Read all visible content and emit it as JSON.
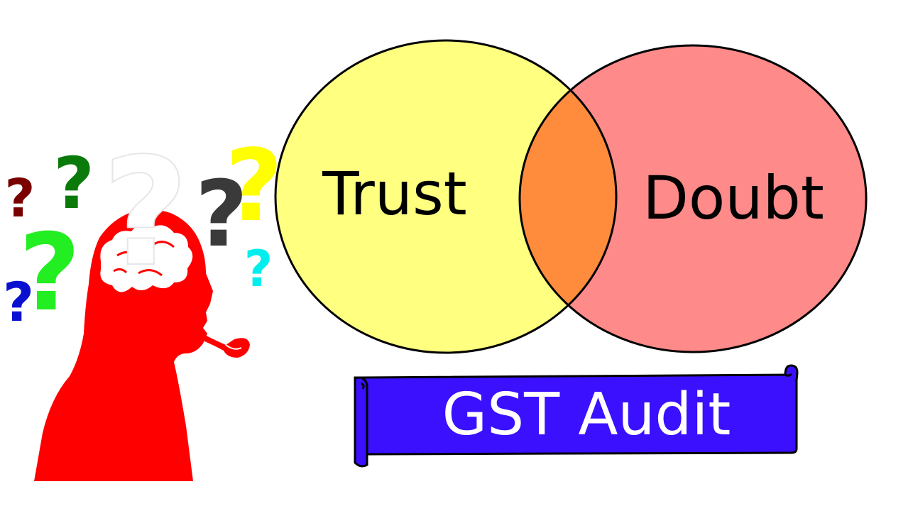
{
  "venn": {
    "left_label": "Trust",
    "right_label": "Doubt",
    "left_color": "#FFFF80",
    "right_color": "#FF8A8A",
    "overlap_color": "#FF8C3C",
    "stroke_color": "#000000"
  },
  "banner": {
    "label": "GST Audit",
    "color": "#3A10FF"
  },
  "thinker": {
    "color": "#FF0000",
    "brain_color": "#FFFFFF"
  },
  "question_marks": [
    {
      "text": "?",
      "color": "#7A0000"
    },
    {
      "text": "?",
      "color": "#0A7A0A"
    },
    {
      "text": "?",
      "color": "#FFFFFF"
    },
    {
      "text": "?",
      "color": "#3A3A3A"
    },
    {
      "text": "?",
      "color": "#FFFF00"
    },
    {
      "text": "?",
      "color": "#22EE22"
    },
    {
      "text": "?",
      "color": "#0A10D0"
    },
    {
      "text": "?",
      "color": "#00EEEE"
    }
  ]
}
